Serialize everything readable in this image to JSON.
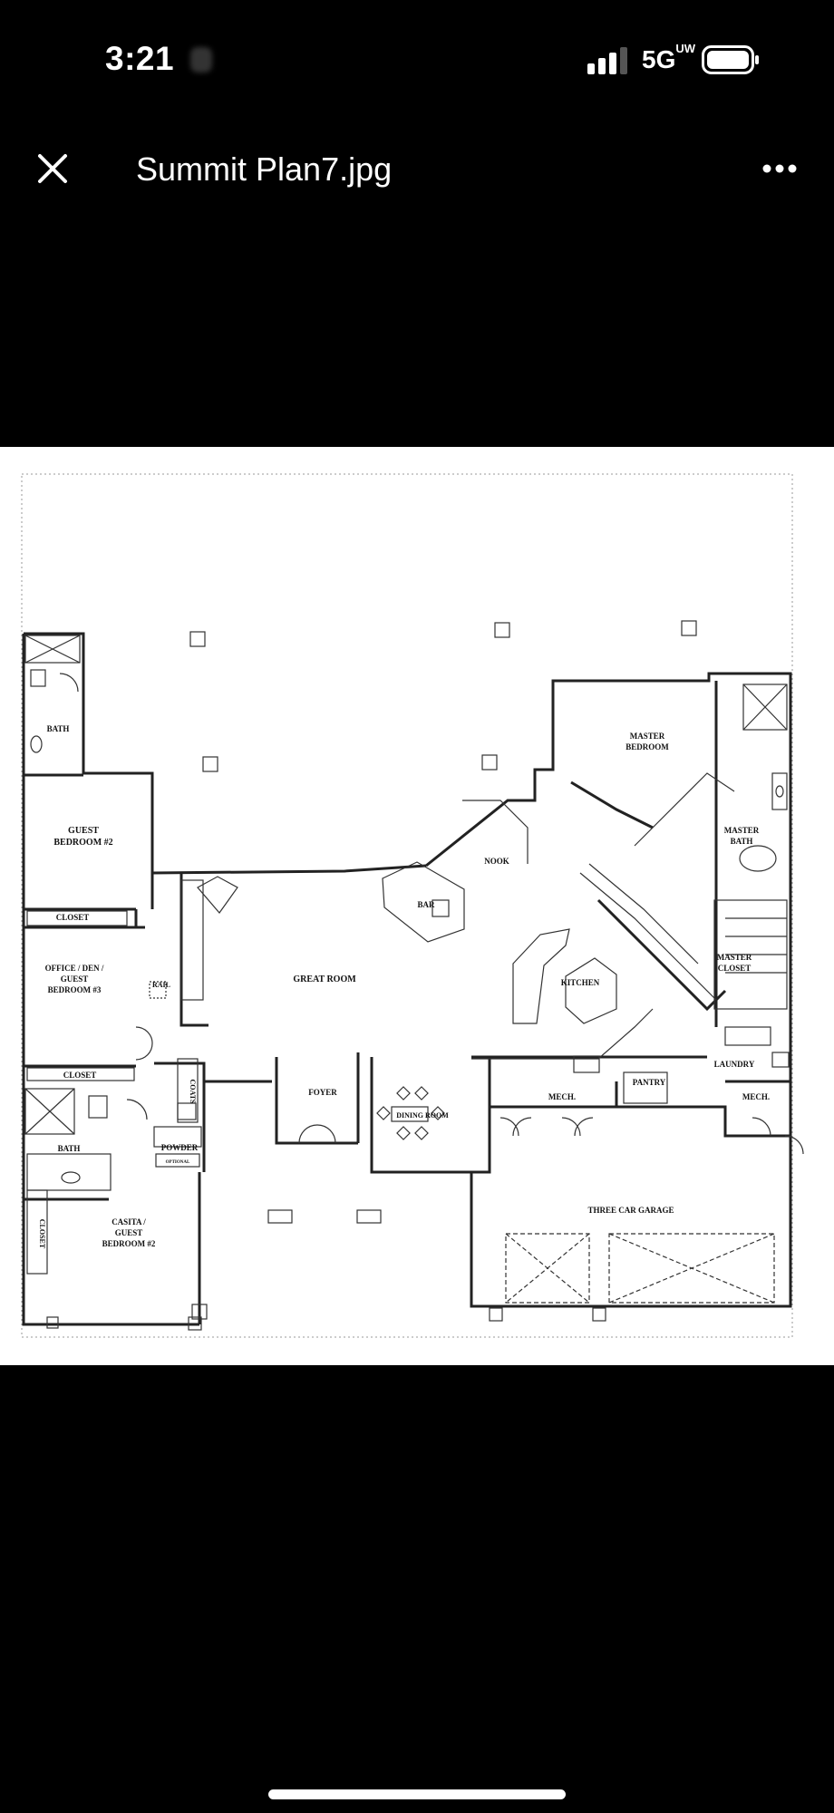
{
  "status_bar": {
    "time": "3:21",
    "network": "5G",
    "network_suffix": "UW",
    "signal_icon": "signal-bars-icon",
    "battery_icon": "battery-icon"
  },
  "title_bar": {
    "close_icon": "close-icon",
    "file_name": "Summit Plan7.jpg",
    "more_icon": "more-horizontal-icon"
  },
  "floor_plan": {
    "rooms": {
      "bath_top": "BATH",
      "guest_bedroom_2_line1": "GUEST",
      "guest_bedroom_2_line2": "BEDROOM #2",
      "closet_1": "CLOSET",
      "office_line1": "OFFICE / DEN /",
      "office_line2": "GUEST",
      "office_line3": "BEDROOM #3",
      "rail": "RAIL",
      "closet_2": "CLOSET",
      "bath_bottom": "BATH",
      "coats": "COATS",
      "powder": "POWDER",
      "optional": "OPTIONAL",
      "casita_line1": "CASITA /",
      "casita_line2": "GUEST",
      "casita_line3": "BEDROOM #2",
      "closet_vertical": "CLOSET",
      "great_room": "GREAT ROOM",
      "bar": "BAR",
      "nook": "NOOK",
      "master_bedroom_line1": "MASTER",
      "master_bedroom_line2": "BEDROOM",
      "master_bath_line1": "MASTER",
      "master_bath_line2": "BATH",
      "master_closet_line1": "MASTER",
      "master_closet_line2": "CLOSET",
      "kitchen": "KITCHEN",
      "foyer": "FOYER",
      "dining_room": "DINING ROOM",
      "mech_1": "MECH.",
      "pantry": "PANTRY",
      "laundry": "LAUNDRY",
      "mech_2": "MECH.",
      "garage": "THREE CAR GARAGE"
    }
  }
}
